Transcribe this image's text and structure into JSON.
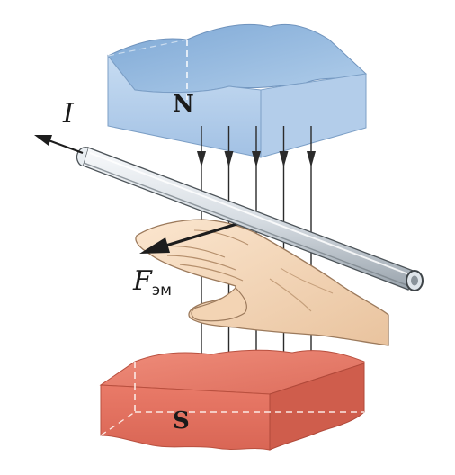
{
  "diagram": {
    "north_label": "N",
    "south_label": "S",
    "current_label": "I",
    "force_label": "F",
    "force_subscript": "эм",
    "colors": {
      "north_top": "#a6c6e6",
      "north_front": "#b9d3ee",
      "north_side": "#8fb2d9",
      "south_top": "#e87d6c",
      "south_front": "#de6f5e",
      "south_side": "#c85a4b",
      "field_lines": "#2b2b2b",
      "wire": "#e9eef2",
      "skin": "#f6dcc0"
    },
    "field_line_count": 5
  }
}
